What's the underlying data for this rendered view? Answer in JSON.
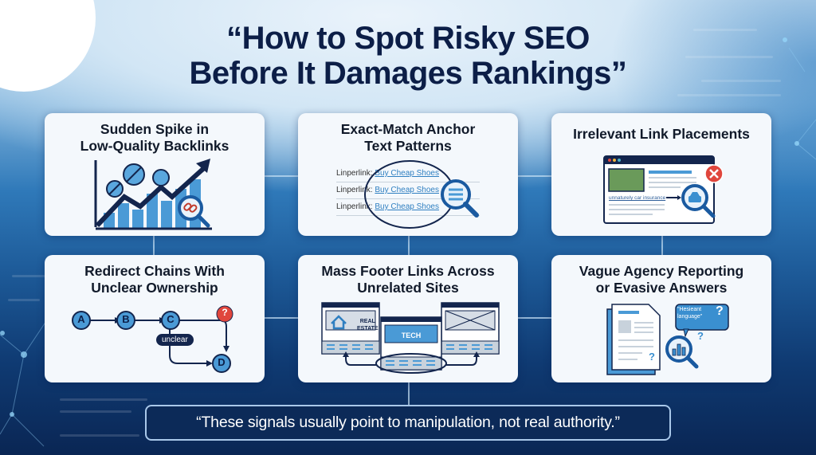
{
  "title": {
    "line1": "“How to Spot Risky SEO",
    "line2": "Before It Damages Rankings”"
  },
  "cards": [
    {
      "id": "spike",
      "title_line1": "Sudden Spike in",
      "title_line2": "Low-Quality Backlinks",
      "illustration": "rising-bar-chart-with-link-icons-and-magnifier"
    },
    {
      "id": "anchor",
      "title_line1": "Exact-Match Anchor",
      "title_line2": "Text Patterns",
      "rows": [
        {
          "prefix": "Linperlink:",
          "anchor": "Buy Cheap Shoes"
        },
        {
          "prefix": "Linperlink:",
          "anchor": "Buy Cheap Shoes"
        },
        {
          "prefix": "Linperlink:",
          "anchor": "Buy Cheap Shoes"
        }
      ]
    },
    {
      "id": "irrelevant",
      "title_line1": "Irrelevant Link Placements",
      "link_text": "unnaturely car insurance"
    },
    {
      "id": "redirect",
      "title_line1": "Redirect Chains With",
      "title_line2": "Unclear Ownership",
      "nodes": [
        "A",
        "B",
        "C",
        "D"
      ],
      "unknown_node": "?",
      "badge": "unclear"
    },
    {
      "id": "footer",
      "title_line1": "Mass Footer Links Across",
      "title_line2": "Unrelated Sites",
      "sites": [
        "REAL",
        "ESTATE",
        "TECH"
      ]
    },
    {
      "id": "agency",
      "title_line1": "Vague Agency Reporting",
      "title_line2": "or Evasive Answers",
      "bubble_line1": "\"Hesieant",
      "bubble_line2": "language\"",
      "question_mark": "?"
    }
  ],
  "quote": "“These signals usually point to manipulation, not real authority.”",
  "colors": {
    "title": "#0c1e47",
    "card_bg": "#f4f8fc",
    "accent_blue": "#3a8fd0",
    "dark_navy": "#13254d",
    "alert_red": "#e0463c",
    "link_blue": "#2f7fc1"
  }
}
